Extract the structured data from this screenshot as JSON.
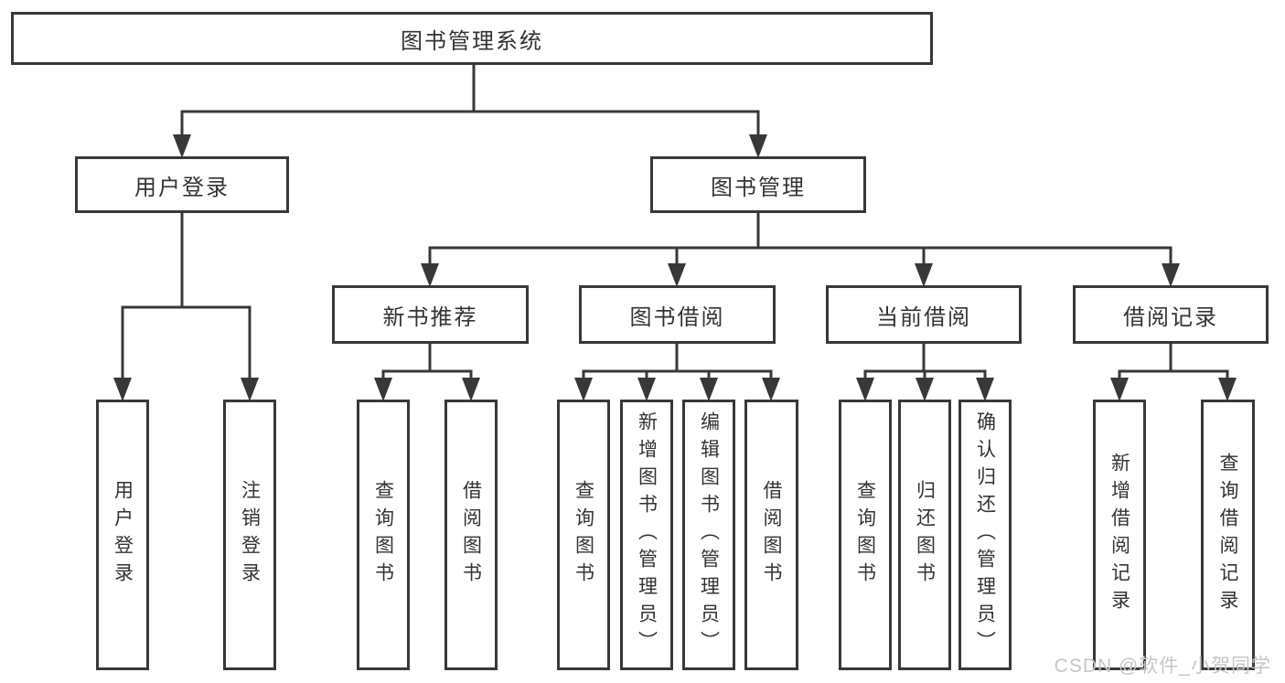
{
  "diagram": {
    "type": "tree",
    "title": "图书管理系统"
  },
  "nodes": {
    "root": {
      "label": "图书管理系统"
    },
    "user_login": {
      "label": "用户登录"
    },
    "book_mgmt": {
      "label": "图书管理"
    },
    "login": {
      "label": "用户登录"
    },
    "logout": {
      "label": "注销登录"
    },
    "new_book_rec": {
      "label": "新书推荐"
    },
    "book_borrow": {
      "label": "图书借阅"
    },
    "current_borrow": {
      "label": "当前借阅"
    },
    "borrow_records": {
      "label": "借阅记录"
    },
    "nbr_query": {
      "label": "查询图书"
    },
    "nbr_borrow": {
      "label": "借阅图书"
    },
    "bb_query": {
      "label": "查询图书"
    },
    "bb_add": {
      "label": "新增图书（管理员）"
    },
    "bb_edit": {
      "label": "编辑图书（管理员）"
    },
    "bb_borrow": {
      "label": "借阅图书"
    },
    "cb_query": {
      "label": "查询图书"
    },
    "cb_return": {
      "label": "归还图书"
    },
    "cb_confirm": {
      "label": "确认归还（管理员）"
    },
    "br_add": {
      "label": "新增借阅记录"
    },
    "br_query": {
      "label": "查询借阅记录"
    }
  },
  "edges": [
    {
      "from": "root",
      "to": "user_login"
    },
    {
      "from": "root",
      "to": "book_mgmt"
    },
    {
      "from": "user_login",
      "to": "login"
    },
    {
      "from": "user_login",
      "to": "logout"
    },
    {
      "from": "book_mgmt",
      "to": "new_book_rec"
    },
    {
      "from": "book_mgmt",
      "to": "book_borrow"
    },
    {
      "from": "book_mgmt",
      "to": "current_borrow"
    },
    {
      "from": "book_mgmt",
      "to": "borrow_records"
    },
    {
      "from": "new_book_rec",
      "to": "nbr_query"
    },
    {
      "from": "new_book_rec",
      "to": "nbr_borrow"
    },
    {
      "from": "book_borrow",
      "to": "bb_query"
    },
    {
      "from": "book_borrow",
      "to": "bb_add"
    },
    {
      "from": "book_borrow",
      "to": "bb_edit"
    },
    {
      "from": "book_borrow",
      "to": "bb_borrow"
    },
    {
      "from": "current_borrow",
      "to": "cb_query"
    },
    {
      "from": "current_borrow",
      "to": "cb_return"
    },
    {
      "from": "current_borrow",
      "to": "cb_confirm"
    },
    {
      "from": "borrow_records",
      "to": "br_add"
    },
    {
      "from": "borrow_records",
      "to": "br_query"
    }
  ],
  "watermark": {
    "text": "CSDN @软件_小贺同学"
  },
  "colors": {
    "line": "#383838",
    "border": "#383838",
    "text": "#333333",
    "background": "#ffffff",
    "watermark": "#c6c6c6"
  }
}
